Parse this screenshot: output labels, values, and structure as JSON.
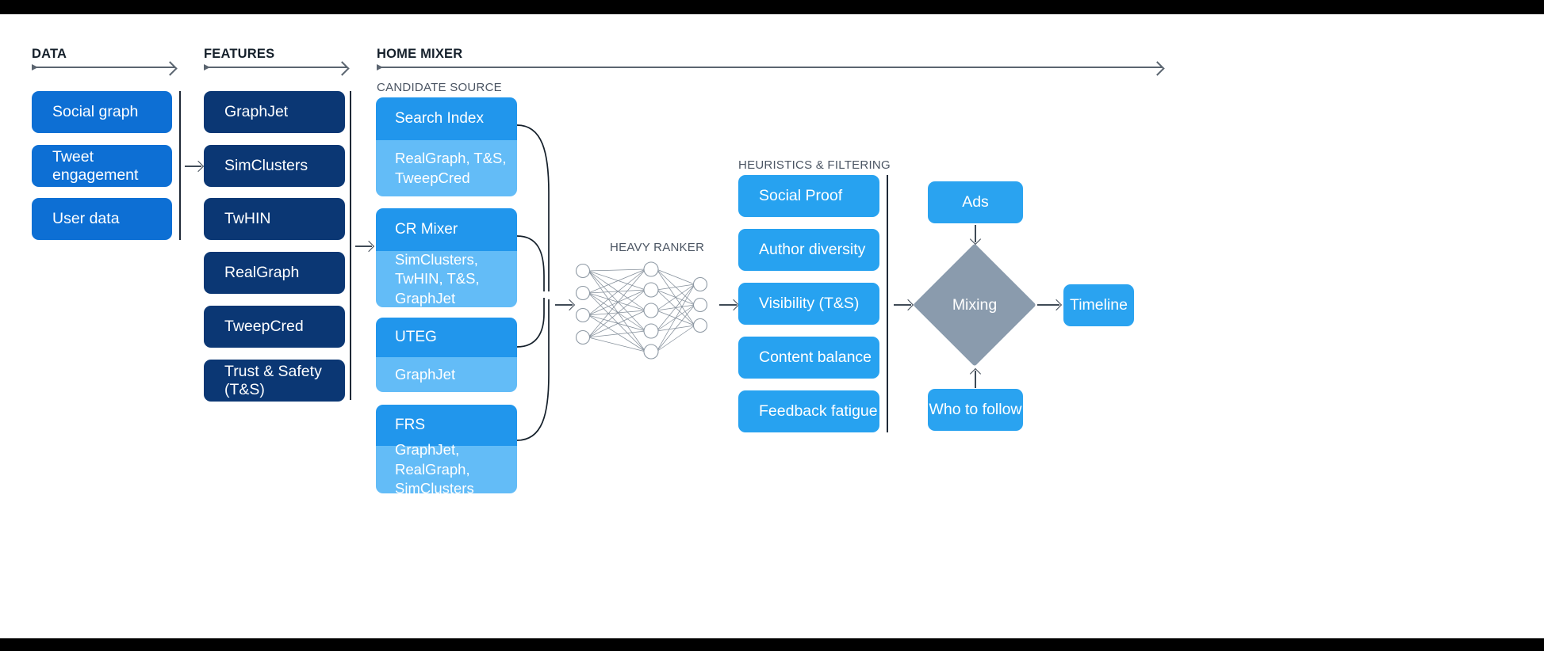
{
  "sections": {
    "data": {
      "title": "DATA"
    },
    "features": {
      "title": "FEATURES"
    },
    "home_mixer": {
      "title": "HOME MIXER"
    },
    "candidate_source": {
      "title": "CANDIDATE SOURCE"
    },
    "heavy_ranker": {
      "title": "HEAVY RANKER"
    },
    "heuristics": {
      "title": "HEURISTICS & FILTERING"
    }
  },
  "data_boxes": [
    {
      "label": "Social graph"
    },
    {
      "label": "Tweet engagement"
    },
    {
      "label": "User data"
    }
  ],
  "feature_boxes": [
    {
      "label": "GraphJet"
    },
    {
      "label": "SimClusters"
    },
    {
      "label": "TwHIN"
    },
    {
      "label": "RealGraph"
    },
    {
      "label": "TweepCred"
    },
    {
      "label": "Trust & Safety (T&S)"
    }
  ],
  "candidate_sources": [
    {
      "name": "Search Index",
      "features": "RealGraph, T&S, TweepCred"
    },
    {
      "name": "CR Mixer",
      "features": "SimClusters, TwHIN, T&S, GraphJet"
    },
    {
      "name": "UTEG",
      "features": "GraphJet"
    },
    {
      "name": "FRS",
      "features": "GraphJet, RealGraph, SimClusters"
    }
  ],
  "heuristic_boxes": [
    {
      "label": "Social Proof"
    },
    {
      "label": "Author diversity"
    },
    {
      "label": "Visibility (T&S)"
    },
    {
      "label": "Content balance"
    },
    {
      "label": "Feedback fatigue"
    }
  ],
  "output_stage": {
    "ads": "Ads",
    "mixing": "Mixing",
    "who_to_follow": "Who to follow",
    "timeline": "Timeline"
  },
  "neural_net": {
    "input_nodes": 4,
    "hidden_nodes": 5,
    "output_nodes": 3
  },
  "colors": {
    "data_blue": "#0d6fd4",
    "feature_navy": "#0b3774",
    "bright_blue": "#2aa3f0",
    "light_blue": "#63bcf7",
    "mixing_gray": "#8a9bad",
    "rule_gray": "#5b6570",
    "label_gray": "#4b5563"
  }
}
